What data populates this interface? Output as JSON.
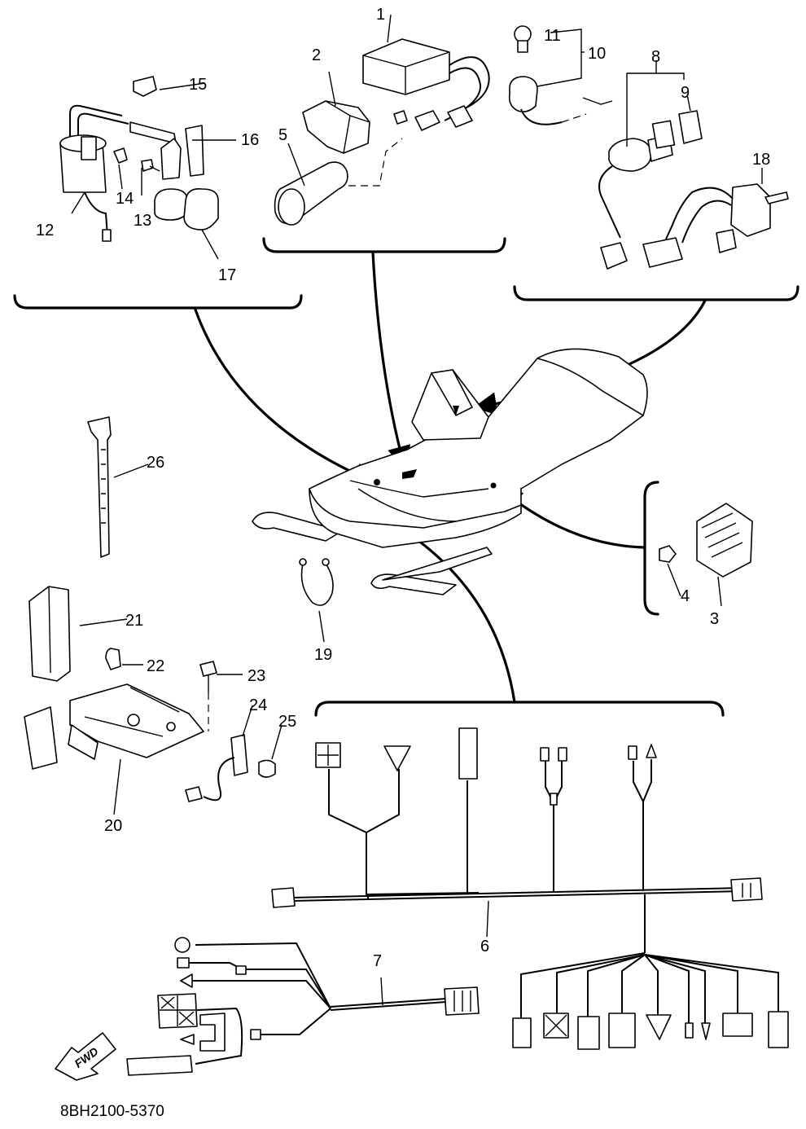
{
  "diagram": {
    "callouts": {
      "c1": "1",
      "c2": "2",
      "c3": "3",
      "c4": "4",
      "c5": "5",
      "c6": "6",
      "c7": "7",
      "c8": "8",
      "c9": "9",
      "c10": "10",
      "c11": "11",
      "c12": "12",
      "c13": "13",
      "c14": "14",
      "c15": "15",
      "c16": "16",
      "c17": "17",
      "c18": "18",
      "c19": "19",
      "c20": "20",
      "c21": "21",
      "c22": "22",
      "c23": "23",
      "c24": "24",
      "c25": "25",
      "c26": "26"
    },
    "direction_badge": "FWD",
    "drawing_code": "8BH2100-5370"
  }
}
